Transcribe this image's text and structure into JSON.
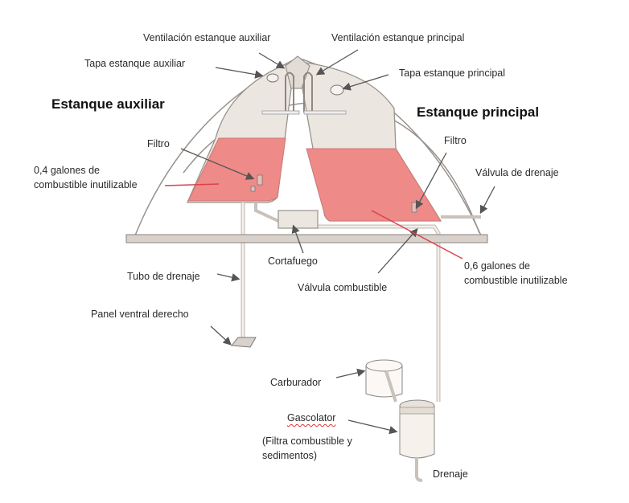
{
  "labels": {
    "vent_aux": "Ventilación estanque auxiliar",
    "vent_main": "Ventilación estanque principal",
    "cap_aux": "Tapa estanque auxiliar",
    "cap_main": "Tapa estanque principal",
    "tank_aux": "Estanque auxiliar",
    "tank_main": "Estanque principal",
    "filter_aux": "Filtro",
    "filter_main": "Filtro",
    "unusable_aux_1": "0,4 galones de",
    "unusable_aux_2": "combustible inutilizable",
    "drain_valve": "Válvula de drenaje",
    "drain_tube": "Tubo de drenaje",
    "firewall": "Cortafuego",
    "fuel_valve": "Válvula combustible",
    "unusable_main_1": "0,6 galones de",
    "unusable_main_2": "combustible inutilizable",
    "belly_panel": "Panel ventral derecho",
    "carburetor": "Carburador",
    "gascolator": "Gascolator",
    "gascolator_desc_1": "(Filtra combustible y",
    "gascolator_desc_2": "sedimentos)",
    "drain": "Drenaje"
  },
  "colors": {
    "fuel": "#ee8a88",
    "tank": "#ece6e0",
    "outline": "#9a928c",
    "arrow": "#555555",
    "pointer_red": "#d9414a"
  }
}
